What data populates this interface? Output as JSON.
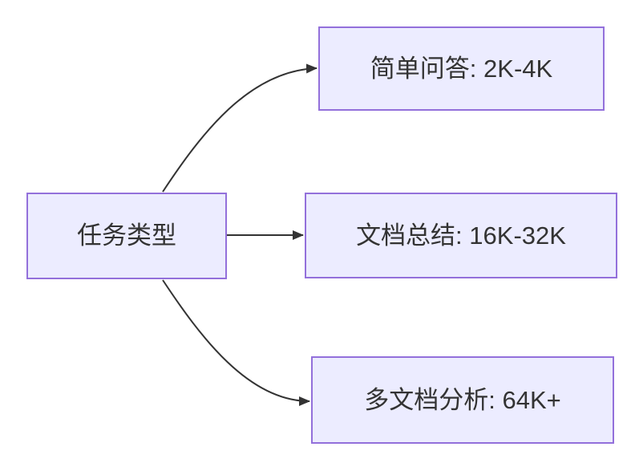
{
  "diagram": {
    "type": "flowchart-lr",
    "nodes": [
      {
        "id": "task-type",
        "label": "任务类型"
      },
      {
        "id": "simple-qa",
        "label": "简单问答: 2K-4K"
      },
      {
        "id": "doc-summary",
        "label": "文档总结: 16K-32K"
      },
      {
        "id": "multi-doc",
        "label": "多文档分析: 64K+"
      }
    ],
    "edges": [
      {
        "from": "task-type",
        "to": "simple-qa"
      },
      {
        "from": "task-type",
        "to": "doc-summary"
      },
      {
        "from": "task-type",
        "to": "multi-doc"
      }
    ],
    "colors": {
      "node_fill": "#ECECFF",
      "node_border": "#9370DB",
      "edge_stroke": "#333333",
      "label_text": "#333333",
      "background": "#FFFFFF"
    }
  }
}
